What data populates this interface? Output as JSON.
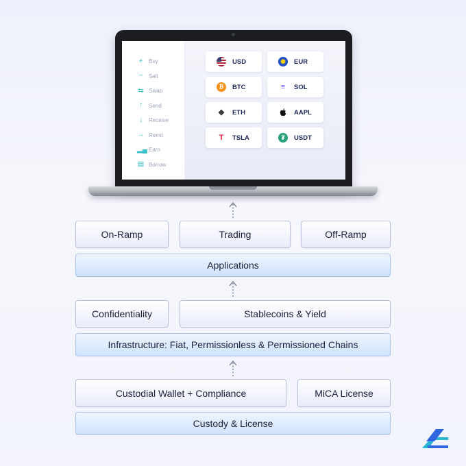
{
  "laptop": {
    "menu": [
      {
        "label": "Buy",
        "icon": "plus-icon"
      },
      {
        "label": "Sell",
        "icon": "minus-icon"
      },
      {
        "label": "Swap",
        "icon": "swap-icon"
      },
      {
        "label": "Send",
        "icon": "arrow-up-icon"
      },
      {
        "label": "Receive",
        "icon": "arrow-down-icon"
      },
      {
        "label": "Remit",
        "icon": "arrow-right-icon"
      },
      {
        "label": "Earn",
        "icon": "bar-chart-icon"
      },
      {
        "label": "Borrow",
        "icon": "bank-icon"
      }
    ],
    "assets": [
      {
        "label": "USD",
        "icon": "us-flag-icon",
        "color": "#b22234"
      },
      {
        "label": "EUR",
        "icon": "eu-flag-icon",
        "color": "#003399"
      },
      {
        "label": "BTC",
        "icon": "bitcoin-icon",
        "color": "#f7931a"
      },
      {
        "label": "SOL",
        "icon": "solana-icon",
        "color": "#7b5cf5"
      },
      {
        "label": "ETH",
        "icon": "ethereum-icon",
        "color": "#3c3c3d"
      },
      {
        "label": "AAPL",
        "icon": "apple-icon",
        "color": "#111111"
      },
      {
        "label": "TSLA",
        "icon": "tesla-icon",
        "color": "#e31937"
      },
      {
        "label": "USDT",
        "icon": "tether-icon",
        "color": "#26a17b"
      }
    ]
  },
  "applications": {
    "items": [
      "On-Ramp",
      "Trading",
      "Off-Ramp"
    ],
    "layer": "Applications"
  },
  "infrastructure": {
    "items": [
      "Confidentiality",
      "Stablecoins & Yield"
    ],
    "layer": "Infrastructure: Fiat, Permissionless & Permissioned Chains"
  },
  "custody": {
    "items": [
      "Custodial Wallet + Compliance",
      "MiCA License"
    ],
    "layer": "Custody & License"
  },
  "colors": {
    "accent": "#39c2c9",
    "layer_fill": "#cfe3fb",
    "box_border": "#b9bfdc",
    "logo_blue": "#2f66e0",
    "logo_cyan": "#2ab8d4"
  }
}
